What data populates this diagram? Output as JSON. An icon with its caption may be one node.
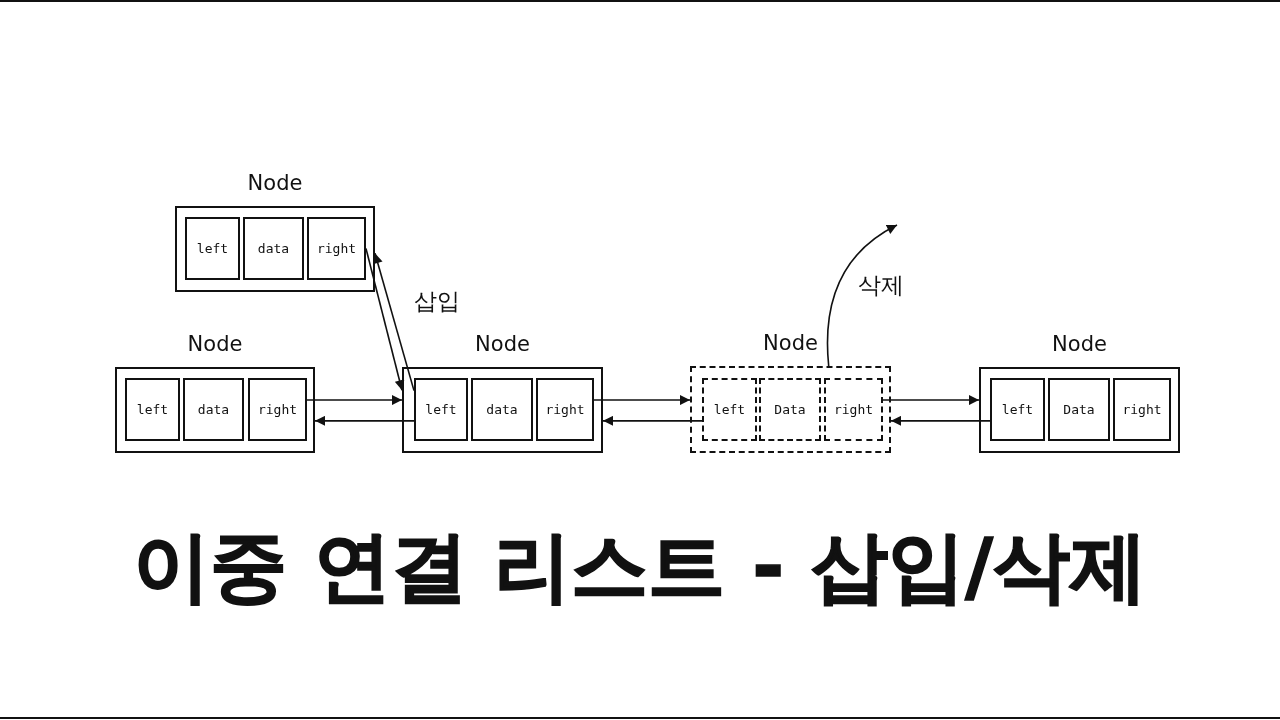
{
  "diagram": {
    "title": "이중 연결 리스트 - 삽입/삭제",
    "nodes": [
      {
        "text": [
          "Node"
        ]
      },
      {
        "text": [
          "left"
        ],
        "in": 0
      },
      {
        "text": [
          "data"
        ],
        "in": 0
      },
      {
        "text": [
          "right"
        ],
        "in": 0
      },
      {
        "text": [
          "Node"
        ]
      },
      {
        "text": [
          "left"
        ],
        "in": 4
      },
      {
        "text": [
          "data"
        ],
        "in": 4
      },
      {
        "text": [
          "right"
        ],
        "in": 4
      },
      {
        "text": [
          "Node"
        ]
      },
      {
        "text": [
          "left"
        ],
        "in": 8
      },
      {
        "text": [
          "data"
        ],
        "in": 8
      },
      {
        "text": [
          "right"
        ],
        "in": 8
      },
      {
        "text": [
          "Node"
        ]
      },
      {
        "text": [
          "left"
        ],
        "in": 12
      },
      {
        "text": [
          "Data"
        ],
        "in": 12
      },
      {
        "text": [
          "right"
        ],
        "in": 12
      },
      {
        "text": [
          "Node"
        ]
      },
      {
        "text": [
          "left"
        ],
        "in": 16
      },
      {
        "text": [
          "Data"
        ],
        "in": 16
      },
      {
        "text": [
          "right"
        ],
        "in": 16
      }
    ],
    "edges": [
      {
        "from": 3,
        "to": 8,
        "arrow": "to",
        "label": "삽입"
      },
      {
        "from": 9,
        "to": 0,
        "arrow": "to"
      },
      {
        "from": 7,
        "to": 8,
        "arrow": "to"
      },
      {
        "from": 9,
        "to": 4,
        "arrow": "to"
      },
      {
        "from": 11,
        "to": 12,
        "arrow": "to"
      },
      {
        "from": 13,
        "to": 8,
        "arrow": "to"
      },
      {
        "from": 15,
        "to": 16,
        "arrow": "to"
      },
      {
        "from": 17,
        "to": 12,
        "arrow": "to"
      },
      {
        "from": 12,
        "to": null,
        "arrow": "to",
        "label": "삭제"
      }
    ]
  }
}
